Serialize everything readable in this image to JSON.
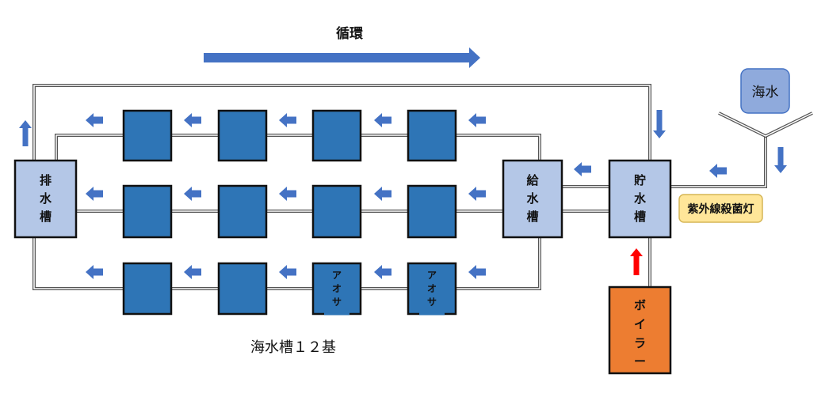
{
  "title": "循環",
  "tank_array_label": "海水槽１２基",
  "colors": {
    "tank_fill": "#2e75b6",
    "aux_tank_fill": "#b4c7e7",
    "arrow_blue": "#4472c4",
    "arrow_red": "#ff0000",
    "boiler_fill": "#ed7d31",
    "uv_fill": "#ffe699",
    "seawater_fill": "#8faadc",
    "pipe": "#555555"
  },
  "nodes": {
    "drain_tank": {
      "label": "排水槽",
      "chars": [
        "排",
        "水",
        "槽"
      ]
    },
    "supply_tank": {
      "label": "給水槽",
      "chars": [
        "給",
        "水",
        "槽"
      ]
    },
    "storage_tank": {
      "label": "貯水槽",
      "chars": [
        "貯",
        "水",
        "槽"
      ]
    },
    "boiler": {
      "label": "ボイラー",
      "chars": [
        "ボ",
        "イ",
        "ラ",
        "ー"
      ]
    },
    "uv_lamp": {
      "label": "紫外線殺菌灯"
    },
    "seawater": {
      "label": "海水"
    }
  },
  "tank_rows": [
    {
      "tanks": [
        {
          "label": ""
        },
        {
          "label": ""
        },
        {
          "label": ""
        },
        {
          "label": ""
        }
      ]
    },
    {
      "tanks": [
        {
          "label": ""
        },
        {
          "label": ""
        },
        {
          "label": ""
        },
        {
          "label": ""
        }
      ]
    },
    {
      "tanks": [
        {
          "label": ""
        },
        {
          "label": ""
        },
        {
          "label": "アオサ",
          "chars": [
            "ア",
            "オ",
            "サ"
          ]
        },
        {
          "label": "アオサ",
          "chars": [
            "ア",
            "オ",
            "サ"
          ]
        }
      ]
    }
  ]
}
